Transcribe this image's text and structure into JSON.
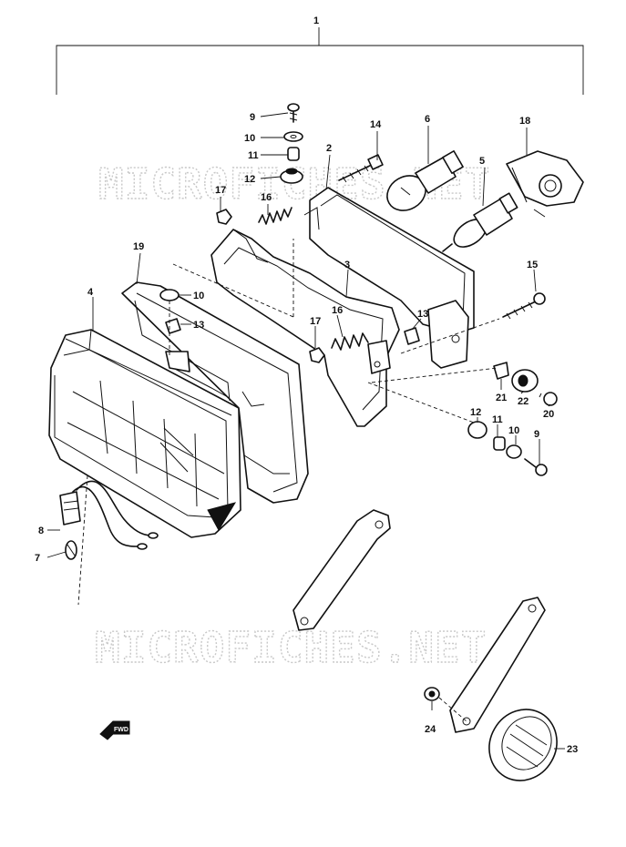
{
  "watermark": {
    "top": "MICROFICHES.NET",
    "bottom": "MICROFICHES.NET"
  },
  "parts": [
    {
      "id": "p1",
      "num": "1"
    },
    {
      "id": "p2",
      "num": "2"
    },
    {
      "id": "p3",
      "num": "3"
    },
    {
      "id": "p4",
      "num": "4"
    },
    {
      "id": "p5",
      "num": "5"
    },
    {
      "id": "p6",
      "num": "6"
    },
    {
      "id": "p7",
      "num": "7"
    },
    {
      "id": "p8",
      "num": "8"
    },
    {
      "id": "p9a",
      "num": "9"
    },
    {
      "id": "p9b",
      "num": "9"
    },
    {
      "id": "p10a",
      "num": "10"
    },
    {
      "id": "p10b",
      "num": "10"
    },
    {
      "id": "p10c",
      "num": "10"
    },
    {
      "id": "p11a",
      "num": "11"
    },
    {
      "id": "p11b",
      "num": "11"
    },
    {
      "id": "p12a",
      "num": "12"
    },
    {
      "id": "p12b",
      "num": "12"
    },
    {
      "id": "p13a",
      "num": "13"
    },
    {
      "id": "p13b",
      "num": "13"
    },
    {
      "id": "p14",
      "num": "14"
    },
    {
      "id": "p15",
      "num": "15"
    },
    {
      "id": "p16a",
      "num": "16"
    },
    {
      "id": "p16b",
      "num": "16"
    },
    {
      "id": "p17a",
      "num": "17"
    },
    {
      "id": "p17b",
      "num": "17"
    },
    {
      "id": "p18",
      "num": "18"
    },
    {
      "id": "p19",
      "num": "19"
    },
    {
      "id": "p20",
      "num": "20"
    },
    {
      "id": "p21",
      "num": "21"
    },
    {
      "id": "p22",
      "num": "22"
    },
    {
      "id": "p23",
      "num": "23"
    },
    {
      "id": "p24",
      "num": "24"
    }
  ],
  "fwd_label": "FWD"
}
